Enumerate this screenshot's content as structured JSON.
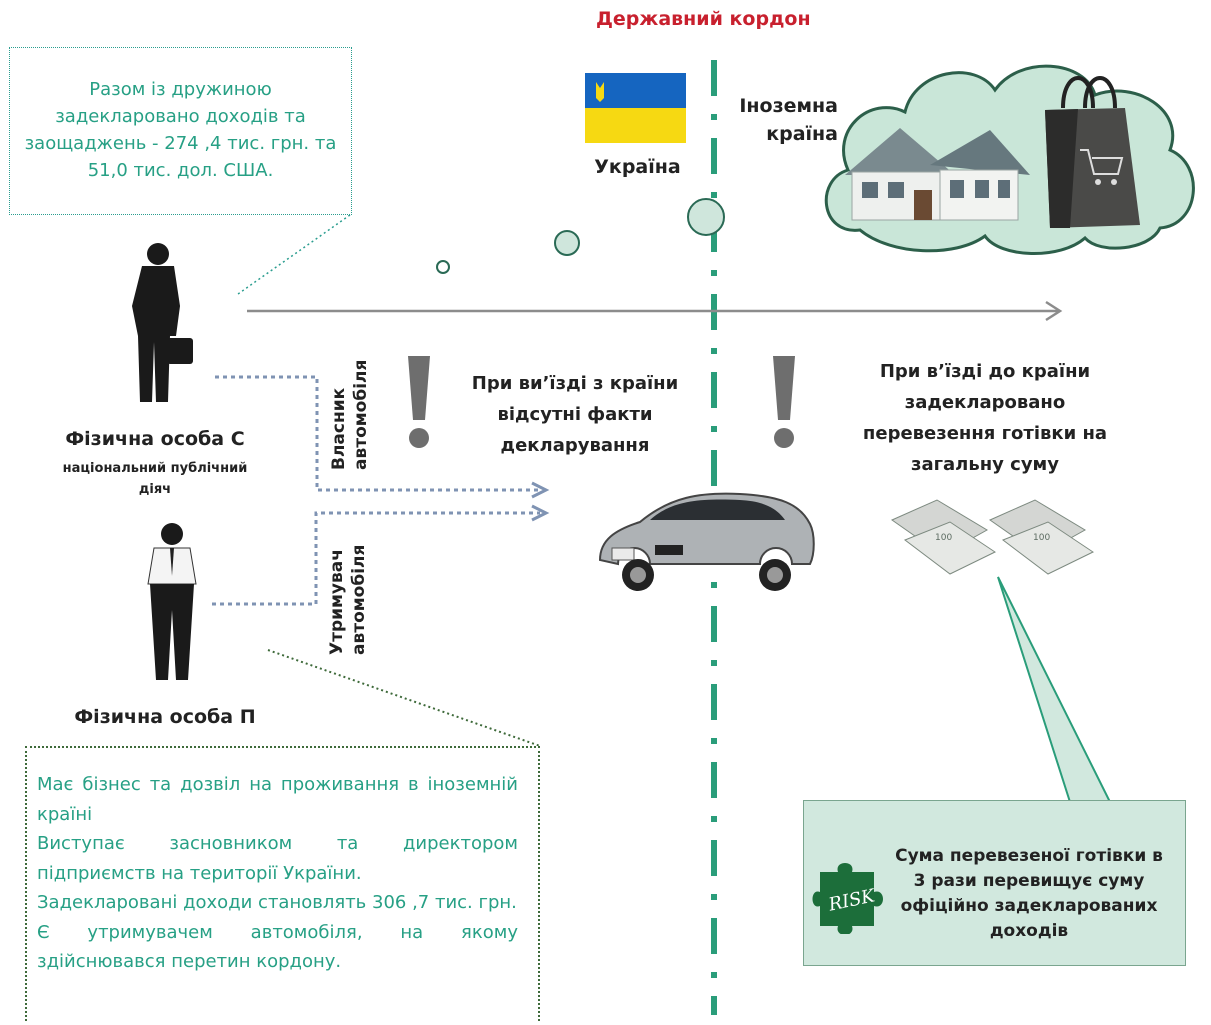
{
  "title": "Державний кордон",
  "countries": {
    "ukraine": "Україна",
    "foreign_line1": "Іноземна",
    "foreign_line2": "країна"
  },
  "callout_top": "Разом із дружиною задекларовано доходів та заощаджень - 274 ,4 тис. грн. та  51,0 тис. дол. США.",
  "person_c": {
    "name": "Фізична особа С",
    "role_line1": "національний публічний",
    "role_line2": "діяч"
  },
  "person_p": {
    "name": "Фізична особа П"
  },
  "relations": {
    "owner_line1": "Власник",
    "owner_line2": "автомобіля",
    "holder_line1": "Утримувач",
    "holder_line2": "автомобіля"
  },
  "exit_note": [
    "При ви’їзді з країни",
    "відсутні факти",
    "декларування"
  ],
  "entry_note": [
    "При в’їзді до країни",
    "задекларовано",
    "перевезення готівки на",
    "загальну суму"
  ],
  "callout_bottom": [
    "Має бізнес та дозвіл на проживання в іноземній країні",
    "Виступає засновником та директором підприємств на території України.",
    "Задекларовані доходи становлять 306 ,7 тис. грн.",
    "Є утримувачем автомобіля, на якому здійснювався перетин кордону."
  ],
  "risk": {
    "badge": "RISK",
    "text": [
      "Сума  перевезеної готівки в",
      "3 рази перевищує  суму",
      "офіційно задекларованих",
      "доходів"
    ]
  },
  "colors": {
    "border_line": "#2a9d7a",
    "title": "#c8202e",
    "callout_text": "#27a085",
    "arrow": "#7f93b3",
    "cloud_fill": "#c9e6d8",
    "risk_fill": "#d1e8de",
    "flag_blue": "#1565c0",
    "flag_yellow": "#f6d912"
  },
  "icons": [
    "person-briefcase-icon",
    "person-shirt-icon",
    "exclamation-icon",
    "car-icon",
    "house-icon",
    "shopping-bag-icon",
    "money-icon",
    "puzzle-risk-icon",
    "ukraine-flag-icon"
  ]
}
